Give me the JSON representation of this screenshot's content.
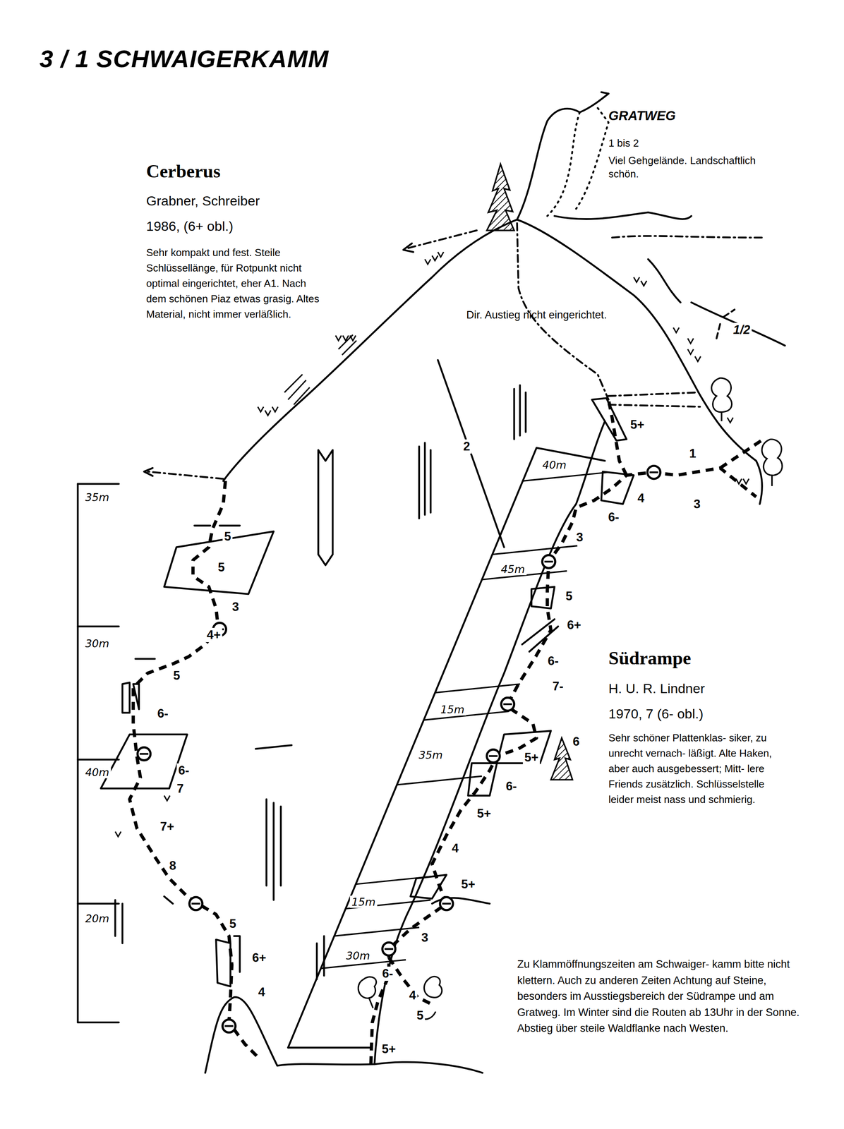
{
  "diagram": {
    "title": "3 / 1 SCHWAIGERKAMM",
    "labels": [
      "GRATWEG",
      "1 bis 2",
      "Viel Gehgelände. Landschaftlich schön.",
      "Cerberus",
      "Grabner, Schreiber",
      "1986, (6+ obl.)",
      "Sehr kompakt und fest. Steile Schlüssellänge, für Rotpunkt nicht optimal eingerichtet, eher A1. Nach dem schönen Piaz etwas grasig. Altes Material, nicht immer verläßlich.",
      "1/2",
      "Dir. Austieg nicht eingerichtet.",
      "2",
      "5+",
      "40m",
      "4",
      "1",
      "3",
      "6-",
      "35m",
      "5",
      "5",
      "3",
      "3",
      "45m",
      "5",
      "6+",
      "30m",
      "4+",
      "5",
      "Südrampe",
      "H. U. R. Lindner",
      "1970, 7 (6- obl.)",
      "Sehr schöner Plattenklas- siker, zu unrecht vernach- läßigt. Alte Haken, aber auch ausgebessert; Mitt- lere Friends zusätzlich. Schlüsselstelle leider meist nass und schmierig.",
      "6-",
      "7-",
      "15m",
      "6-",
      "6",
      "5+",
      "35m",
      "40m",
      "6-",
      "7",
      "6-",
      "5+",
      "7+",
      "4",
      "8",
      "5+",
      "15m",
      "20m",
      "5",
      "3",
      "30m",
      "6+",
      "6-",
      "4",
      "4",
      "5",
      "5+",
      "Zu Klammöffnungszeiten am Schwaiger- kamm bitte nicht klettern. Auch zu anderen Zeiten Achtung auf Steine, besonders im Ausstiegsbereich der Südrampe und am Gratweg. Im Winter sind die Routen ab 13Uhr in der Sonne. Abstieg über steile Waldflanke nach Westen."
    ]
  }
}
